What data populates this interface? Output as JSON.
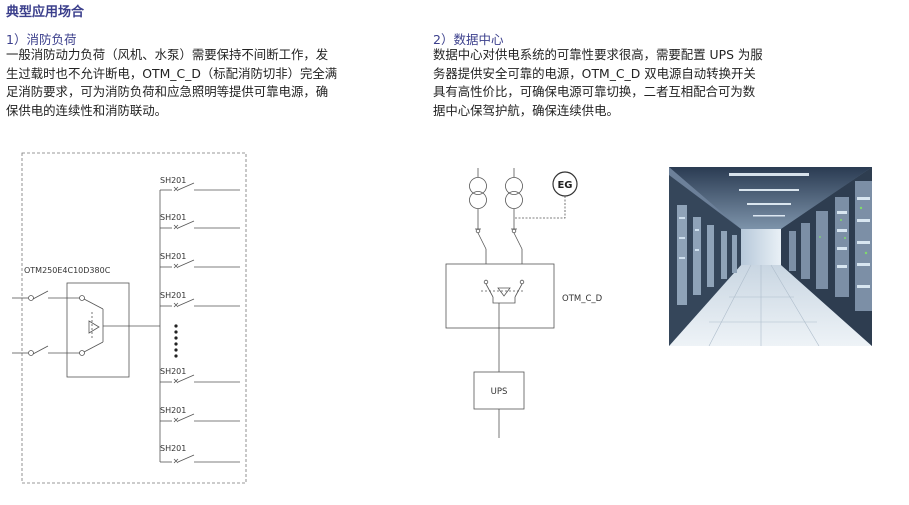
{
  "page": {
    "title": "典型应用场合"
  },
  "section1": {
    "title": "1）消防负荷",
    "lines": [
      "一般消防动力负荷（风机、水泵）需要保持不间断工作，发",
      "生过载时也不允许断电，OTM_C_D（标配消防切非）完全满",
      "足消防要求，可为消防负荷和应急照明等提供可靠电源，确",
      "保供电的连续性和消防联动。"
    ],
    "diagram": {
      "device_label": "OTM250E4C10D380C",
      "breaker_label": "SH201"
    }
  },
  "section2": {
    "title": "2）数据中心",
    "lines": [
      "数据中心对供电系统的可靠性要求很高，需要配置 UPS 为服",
      "务器提供安全可靠的电源，OTM_C_D 双电源自动转换开关",
      "具有高性价比，可确保电源可靠切换，二者互相配合可为数",
      "据中心保驾护航，确保连续供电。"
    ],
    "diagram": {
      "generator_label": "EG",
      "switch_label": "OTM_C_D",
      "ups_label": "UPS"
    }
  }
}
